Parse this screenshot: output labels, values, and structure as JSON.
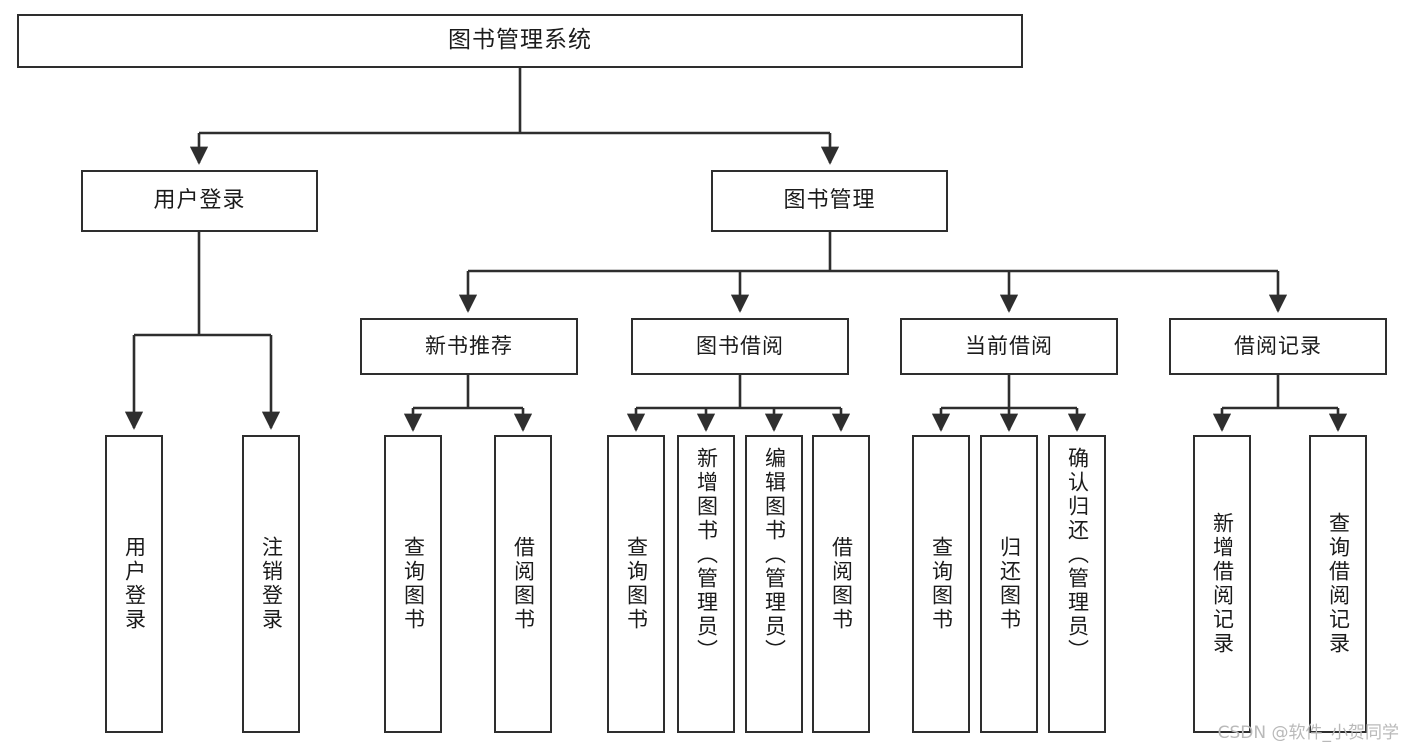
{
  "diagram": {
    "title": "图书管理系统",
    "root": {
      "label": "图书管理系统"
    },
    "level2": [
      {
        "label": "用户登录"
      },
      {
        "label": "图书管理"
      }
    ],
    "level3": [
      {
        "label": "新书推荐"
      },
      {
        "label": "图书借阅"
      },
      {
        "label": "当前借阅"
      },
      {
        "label": "借阅记录"
      }
    ],
    "leaves": {
      "user_login": [
        {
          "label": "用户登录"
        },
        {
          "label": "注销登录"
        }
      ],
      "new_book": [
        {
          "label": "查询图书"
        },
        {
          "label": "借阅图书"
        }
      ],
      "book_borrow": [
        {
          "label": "查询图书"
        },
        {
          "label": "新增图书（管理员）"
        },
        {
          "label": "编辑图书（管理员）"
        },
        {
          "label": "借阅图书"
        }
      ],
      "current_borrow": [
        {
          "label": "查询图书"
        },
        {
          "label": "归还图书"
        },
        {
          "label": "确认归还（管理员）"
        }
      ],
      "borrow_record": [
        {
          "label": "新增借阅记录"
        },
        {
          "label": "查询借阅记录"
        }
      ]
    }
  },
  "watermark": {
    "text": "CSDN @软件_小贺同学"
  },
  "colors": {
    "stroke": "#2e2e2e",
    "background": "#ffffff",
    "text": "#1b1b1b",
    "watermark": "#b9b9b9"
  }
}
